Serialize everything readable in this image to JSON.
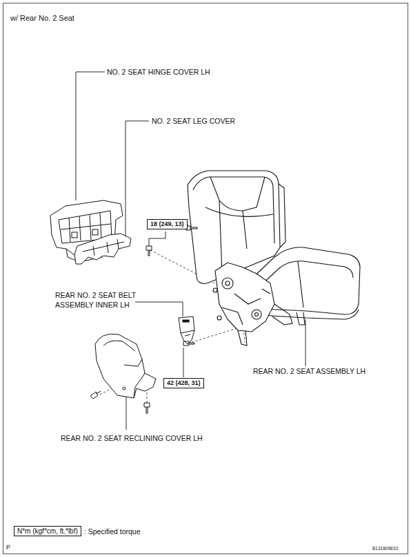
{
  "diagram": {
    "title": "w/ Rear No. 2 Seat",
    "nodes": [
      {
        "text": [
          "18 (249, 13)"
        ]
      },
      {
        "text": [
          "42 (428, 31)"
        ]
      },
      {
        "text": [
          "N*m (kgf*cm, ft.*lbf)"
        ]
      }
    ],
    "labels": [
      "NO. 2 SEAT HINGE COVER LH",
      "NO. 2 SEAT LEG COVER",
      "REAR NO. 2 SEAT BELT ASSEMBLY INNER LH",
      "REAR NO. 2 SEAT ASSEMBLY LH",
      "REAR NO. 2 SEAT RECLINING COVER LH",
      ": Specified torque",
      "P",
      "B131809E02"
    ]
  }
}
